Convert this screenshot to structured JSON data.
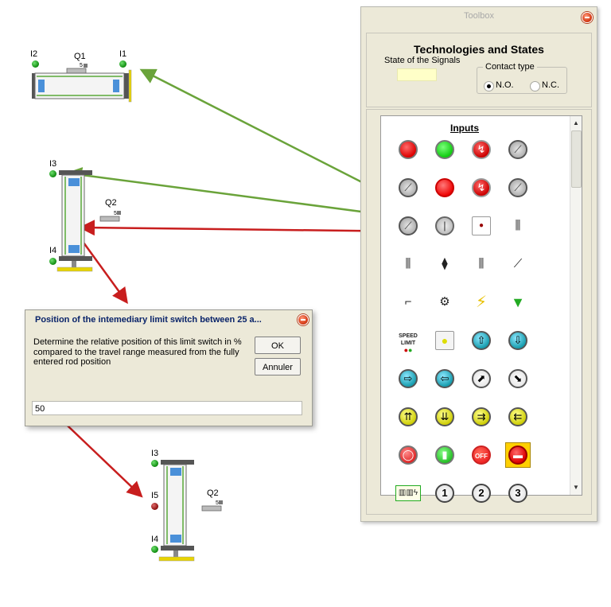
{
  "toolbox": {
    "title": "Toolbox",
    "heading": "Technologies and States",
    "state_label": "State of the Signals",
    "contact_type_label": "Contact type",
    "options": [
      "N.O.",
      "N.C."
    ],
    "selected": "N.O.",
    "list_title": "Inputs",
    "icons": [
      "red-pushbutton-icon",
      "green-pushbutton-icon",
      "red-emergency-button-icon",
      "selector-switch-icon",
      "selector-switch-icon",
      "red-mushroom-button-icon",
      "red-emergency-button-icon",
      "selector-switch-icon",
      "selector-switch-icon",
      "limit-switch-icon",
      "optical-sensor-icon",
      "inductive-sensor-icon",
      "inductive-sensor-icon",
      "capacitive-sensor-icon",
      "proximity-sensor-icon",
      "no-contact-icon",
      "nc-contact-icon",
      "motor-sensor-icon",
      "lightning-icon",
      "funnel-sensor-icon",
      "speed-limit-icon",
      "yellow-square-button-icon",
      "arrow-up-button-icon",
      "arrow-down-button-icon",
      "arrow-right-button-icon",
      "arrow-left-button-icon",
      "arrow-up-right-button-icon",
      "arrow-down-right-button-icon",
      "double-up-button-icon",
      "double-down-button-icon",
      "double-right-button-icon",
      "double-left-button-icon",
      "stop-button-icon",
      "start-button-icon",
      "off-button-icon",
      "emergency-stop-icon",
      "keypad-icon",
      "number-1-button-icon",
      "number-2-button-icon",
      "number-3-button-icon"
    ],
    "icon_labels": [
      "SPEED LIMIT",
      "OFF",
      "1",
      "2",
      "3"
    ]
  },
  "dialog": {
    "title": "Position of the intemediary limit switch between 25 a...",
    "message": "Determine the relative position of this limit switch in % compared to the travel range measured from the fully entered rod position",
    "ok_label": "OK",
    "cancel_label": "Annuler",
    "value": "50"
  },
  "cylinders": {
    "horizontal": {
      "left_label": "I2",
      "valve_label": "Q1",
      "right_label": "I1",
      "valve_num": "5"
    },
    "vertical_top": {
      "top_label": "I3",
      "bottom_label": "I4",
      "valve_label": "Q2",
      "valve_num": "5"
    },
    "vertical_bottom": {
      "top_label": "I3",
      "middle_label": "I5",
      "bottom_label": "I4",
      "valve_label": "Q2",
      "valve_num": "5"
    }
  },
  "colors": {
    "green_arrow": "#6aa33a",
    "red_arrow": "#c81e1e",
    "dialog_title": "#0a246a"
  }
}
